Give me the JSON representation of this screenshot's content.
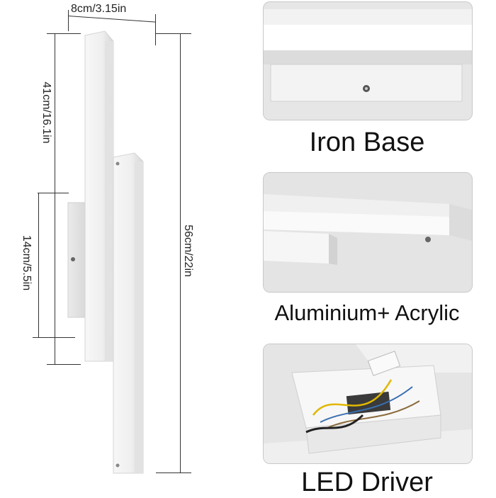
{
  "dimensions": {
    "width_label": "8cm/3.15in",
    "upper_height_label": "41cm/16.1in",
    "lower_height_label": "14cm/5.5in",
    "total_height_label": "56cm/22in"
  },
  "details": [
    {
      "caption": "Iron Base",
      "image": "iron-base-closeup"
    },
    {
      "caption": "Aluminium+ Acrylic",
      "image": "aluminium-acrylic-closeup"
    },
    {
      "caption": "LED Driver",
      "image": "led-driver-closeup"
    }
  ],
  "colors": {
    "fixture_white": "#f4f4f4",
    "photo_background": "#e6e6e6",
    "panel_border": "#c8c8c8"
  }
}
